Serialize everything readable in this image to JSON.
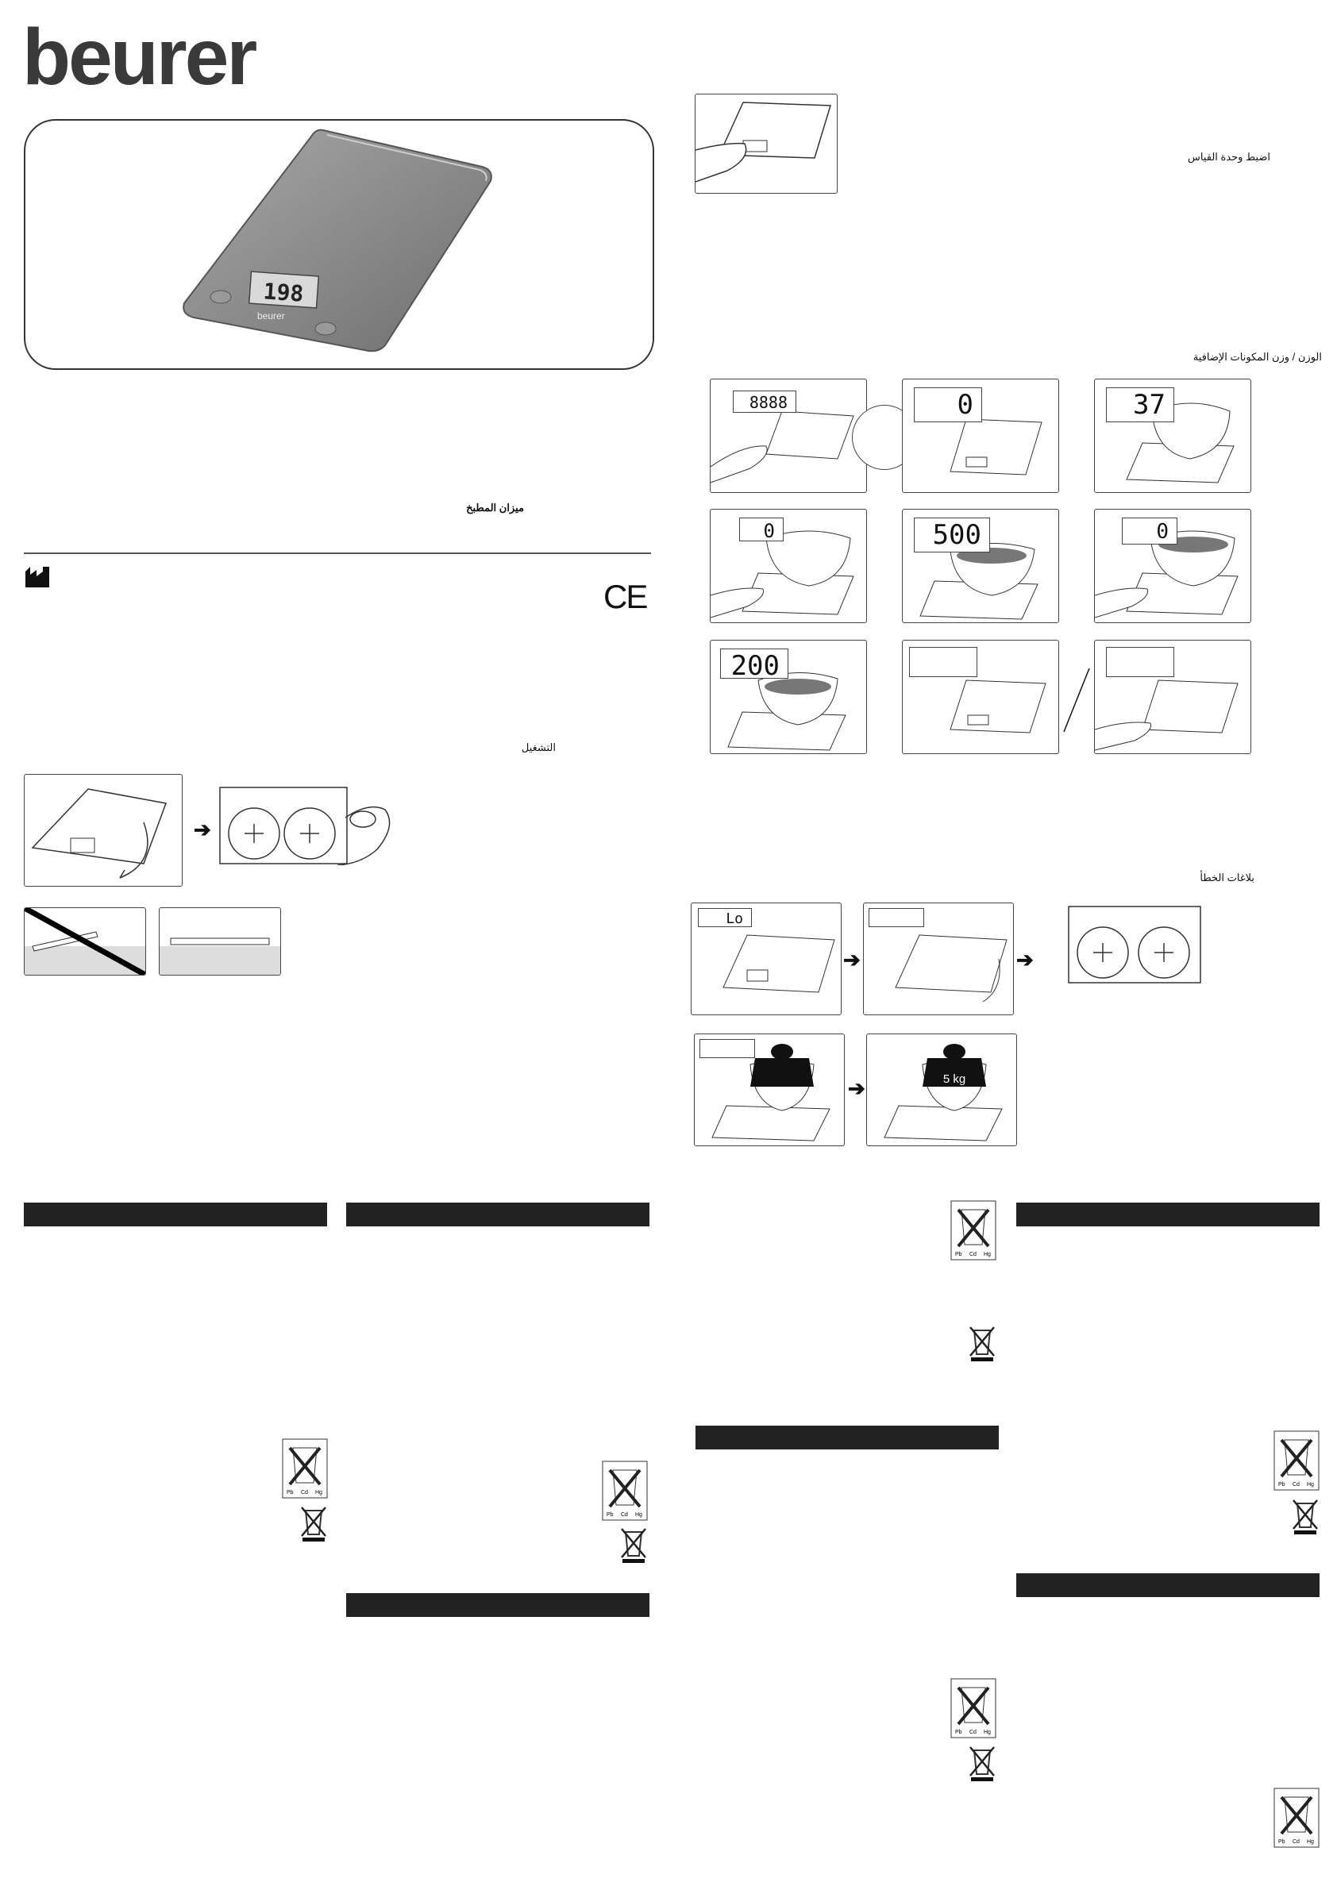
{
  "brand": "beurer",
  "product_title": "ميزان المطبخ",
  "sections": {
    "operation": "التشغيل",
    "set_unit": "اضبط وحدة القياس",
    "weighing": "الوزن / وزن المكونات الإضافية",
    "errors": "بلاغات الخطأ"
  },
  "marks": {
    "ce": "CE"
  },
  "hero_display": "198",
  "hero_brand": "beurer",
  "weigh_displays": [
    "8888",
    "0",
    "37",
    "0",
    "500",
    "0",
    "200"
  ],
  "error_display": "Lo",
  "weight_label": "5 kg",
  "recycle_labels": [
    "Pb",
    "Cd",
    "Hg"
  ],
  "colors": {
    "bar": "#222222",
    "scale_glass": "#8a8a8a"
  }
}
